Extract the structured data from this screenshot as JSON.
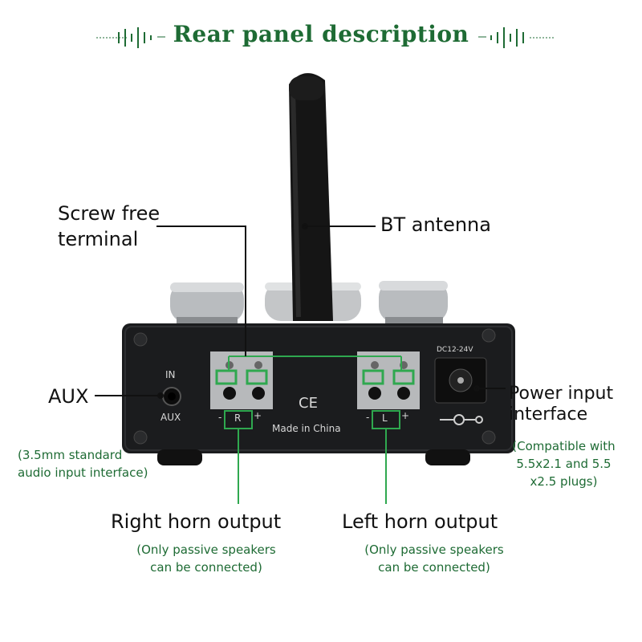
{
  "title": "Rear panel description",
  "labels": {
    "screw_free_terminal_line1": "Screw free",
    "screw_free_terminal_line2": "terminal",
    "bt_antenna": "BT antenna",
    "aux": "AUX",
    "aux_note_line1": "(3.5mm standard",
    "aux_note_line2": "audio input interface)",
    "power_input_line1": "Power input",
    "power_input_line2": "interface",
    "power_note_line1": "(Compatible with",
    "power_note_line2": "5.5x2.1 and 5.5",
    "power_note_line3": "x2.5 plugs)",
    "right_horn": "Right horn output",
    "right_horn_note_line1": "(Only passive speakers",
    "right_horn_note_line2": "can be connected)",
    "left_horn": "Left horn output",
    "left_horn_note_line1": "(Only passive speakers",
    "left_horn_note_line2": "can be connected)"
  },
  "device": {
    "in_label": "IN",
    "aux_label": "AUX",
    "ce_mark": "CE",
    "made_in": "Made in China",
    "dc_label": "DC12-24V",
    "right_channel": "R",
    "left_channel": "L",
    "minus": "-",
    "plus": "+"
  },
  "colors": {
    "accent_green": "#1e6b34",
    "terminal_outline": "#2fa84f",
    "device_body": "#1b1c1e"
  }
}
